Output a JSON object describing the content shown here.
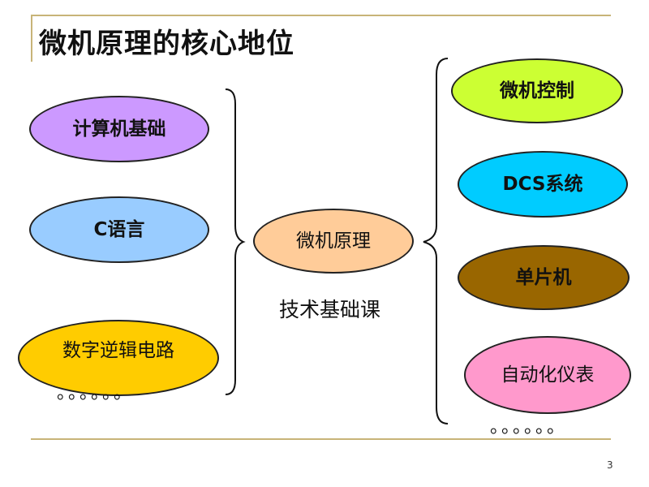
{
  "slide": {
    "title": "微机原理的核心地位",
    "page_number": "3"
  },
  "left": {
    "items": [
      "计算机基础",
      "C语言",
      "数字逆辑电路"
    ],
    "ellipsis": "。。。。。。"
  },
  "center": {
    "label": "微机原理",
    "caption": "技术基础课"
  },
  "right": {
    "items": [
      "微机控制",
      "DCS系统",
      "单片机",
      "自动化仪表"
    ],
    "ellipsis": "。。。。。。"
  },
  "colors": {
    "left_1": "#cc99ff",
    "left_2": "#99ccff",
    "left_3": "#ffcc00",
    "center": "#ffcc99",
    "right_1": "#ccff33",
    "right_2": "#00ccff",
    "right_3": "#996600",
    "right_4": "#ff99cc",
    "rule": "#c8b478"
  }
}
